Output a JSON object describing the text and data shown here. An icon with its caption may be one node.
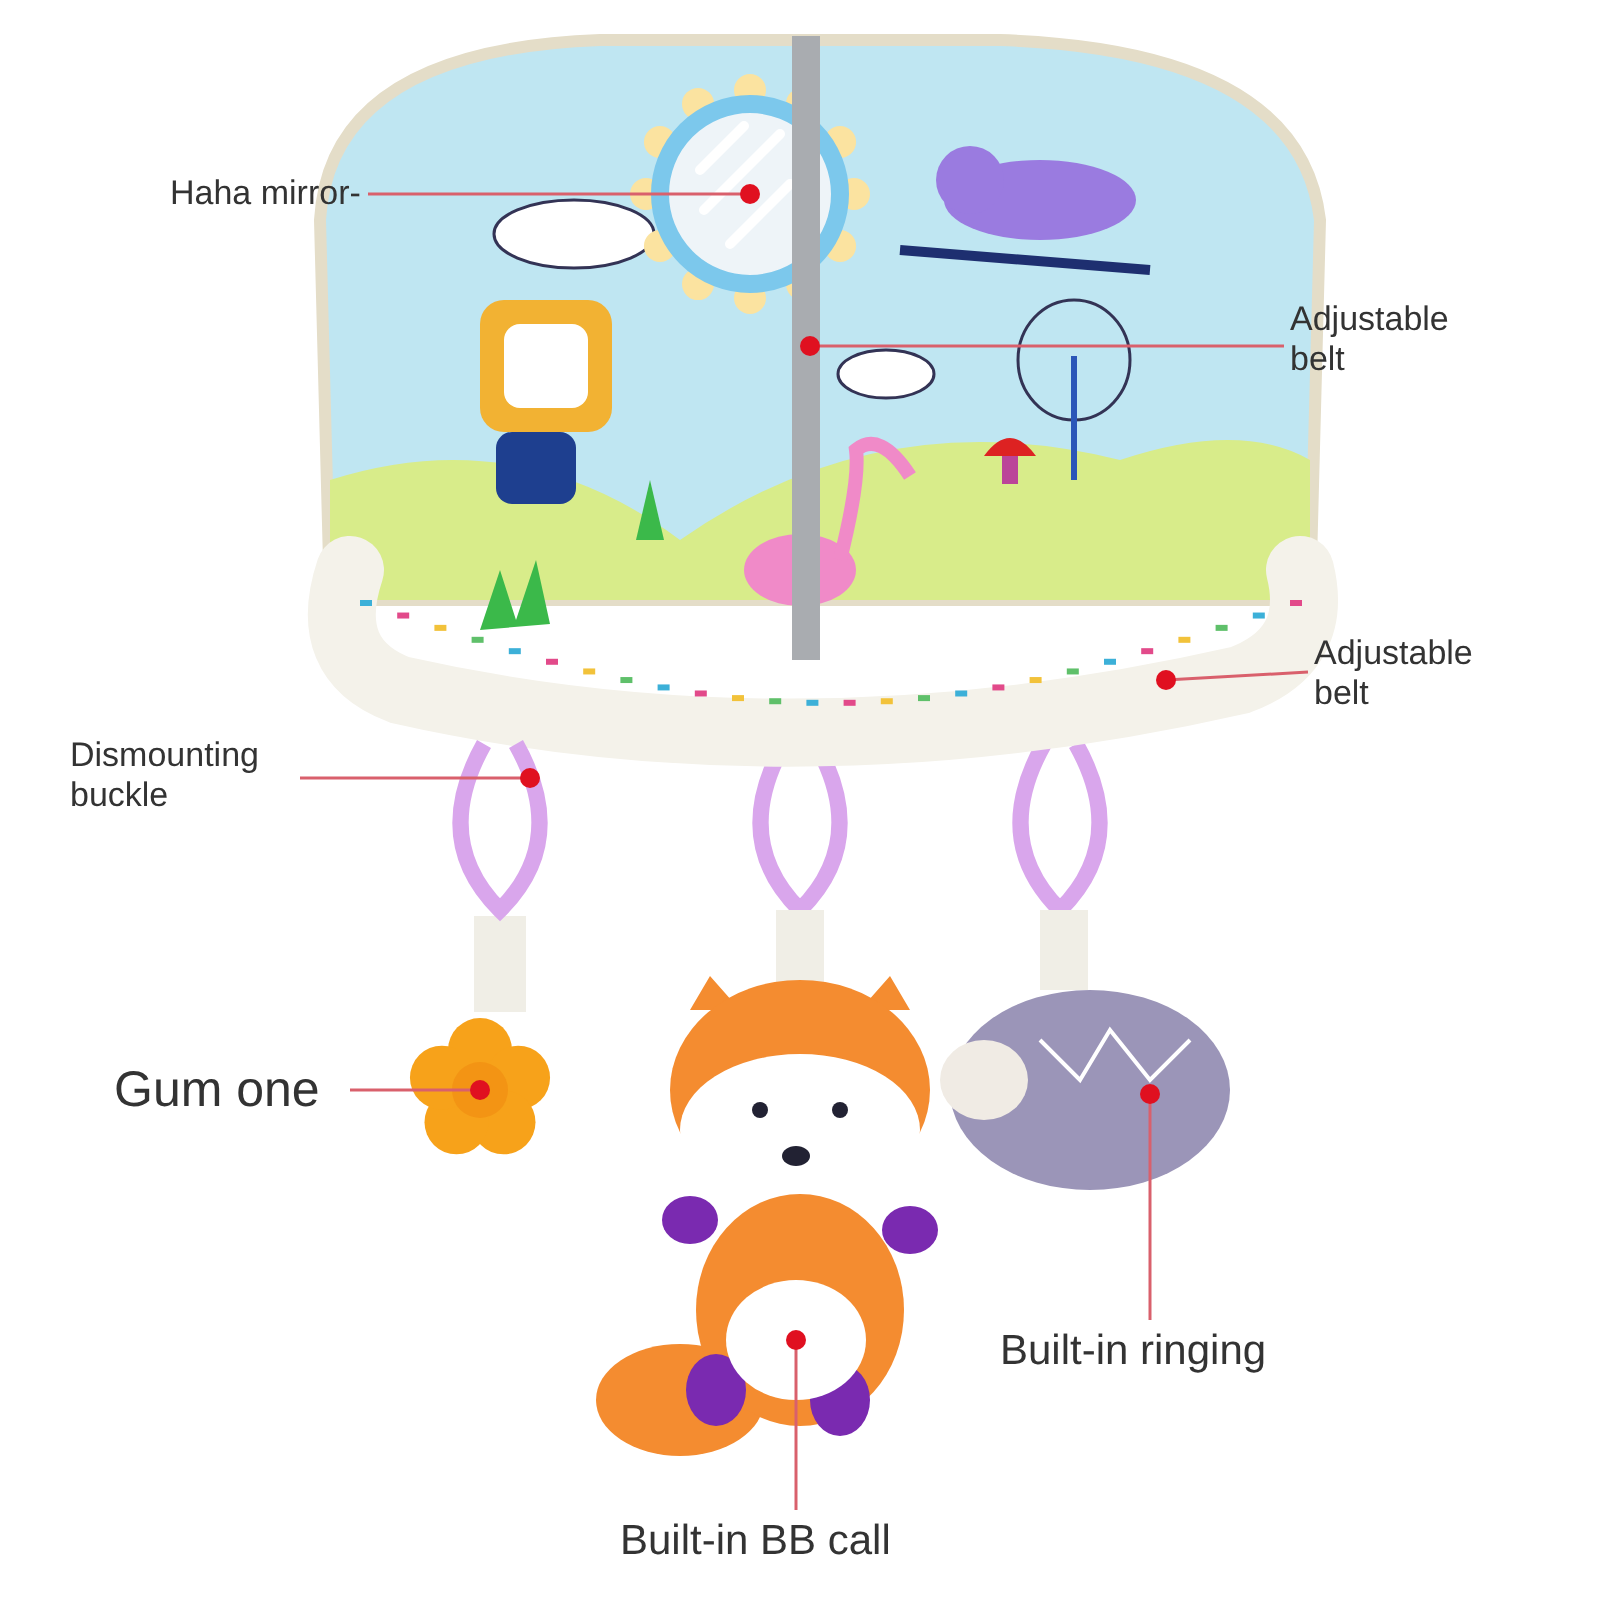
{
  "diagram": {
    "nodes": [
      {
        "text": [
          "Haha mirror-"
        ]
      },
      {
        "text": [],
        "shape": "picture"
      },
      {
        "text": [
          "Adjustable belt"
        ]
      },
      {
        "text": [],
        "shape": "picture"
      },
      {
        "text": [
          "Adjustable belt"
        ]
      },
      {
        "text": [],
        "shape": "picture"
      },
      {
        "text": [
          "Dismounting buckle"
        ]
      },
      {
        "text": [],
        "shape": "picture"
      },
      {
        "text": [
          "Gum one"
        ]
      },
      {
        "text": [],
        "shape": "picture"
      },
      {
        "text": [
          "Built-in ringing"
        ]
      },
      {
        "text": [],
        "shape": "picture"
      },
      {
        "text": [
          "Built-in BB call"
        ]
      },
      {
        "text": [],
        "shape": "picture"
      }
    ],
    "edges": [
      {
        "from": 0,
        "to": 1,
        "arrow": "other"
      },
      {
        "from": 2,
        "to": 3,
        "arrow": "other"
      },
      {
        "from": 4,
        "to": 5,
        "arrow": "other"
      },
      {
        "from": 6,
        "to": 7,
        "arrow": "other"
      },
      {
        "from": 8,
        "to": 9,
        "arrow": "other"
      },
      {
        "from": 10,
        "to": 11,
        "arrow": "other"
      },
      {
        "from": 12,
        "to": 13,
        "arrow": "other"
      }
    ]
  }
}
